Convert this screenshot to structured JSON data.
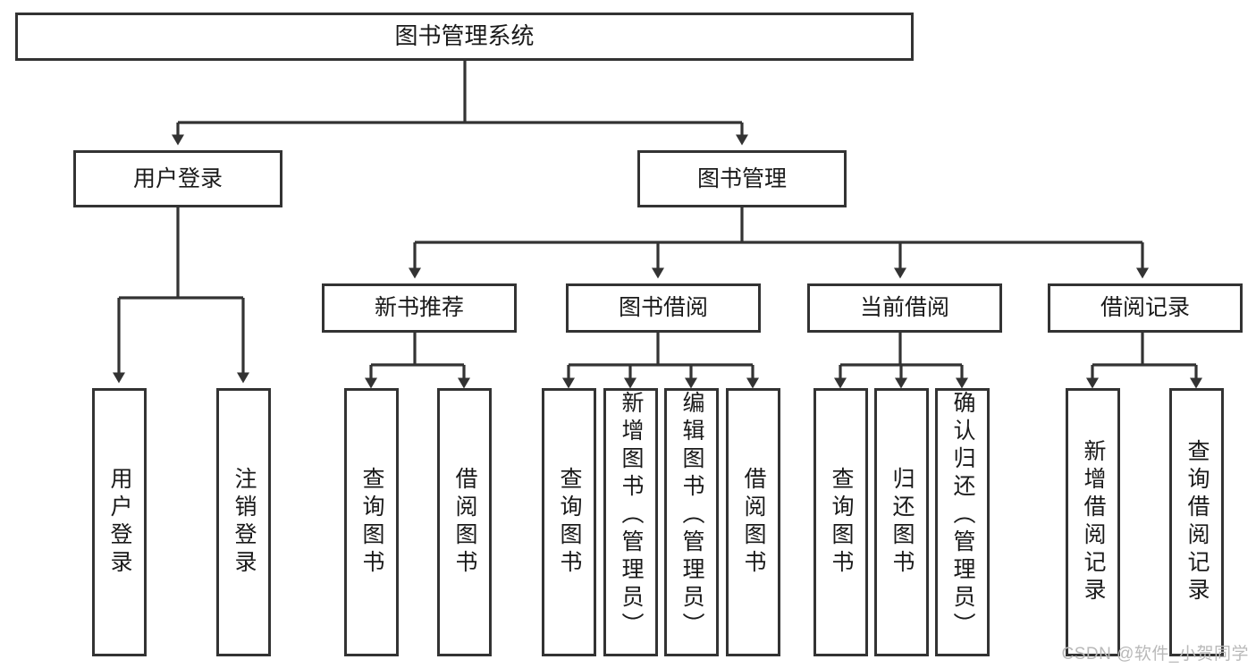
{
  "diagram": {
    "title": "图书管理系统",
    "type": "tree-hierarchy-chart",
    "watermark": "CSDN @软件_小贺同学",
    "colors": {
      "stroke": "#333333",
      "fill": "#ffffff",
      "text": "#1a1a1a",
      "watermark": "#b9b9b9"
    },
    "nodes": {
      "root": {
        "label": "图书管理系统"
      },
      "level2": [
        {
          "id": "user-login",
          "label": "用户登录"
        },
        {
          "id": "book-manage",
          "label": "图书管理"
        }
      ],
      "level3": [
        {
          "id": "new-book-recommend",
          "label": "新书推荐"
        },
        {
          "id": "book-borrow",
          "label": "图书借阅"
        },
        {
          "id": "current-borrow",
          "label": "当前借阅"
        },
        {
          "id": "borrow-record",
          "label": "借阅记录"
        }
      ],
      "leaves": {
        "user_login": [
          {
            "id": "leaf-user-login",
            "label": "用户登录"
          },
          {
            "id": "leaf-logout-login",
            "label": "注销登录"
          }
        ],
        "new_book_recommend": [
          {
            "id": "leaf-query-book-1",
            "label": "查询图书"
          },
          {
            "id": "leaf-borrow-book-1",
            "label": "借阅图书"
          }
        ],
        "book_borrow": [
          {
            "id": "leaf-query-book-2",
            "label": "查询图书"
          },
          {
            "id": "leaf-add-book",
            "label": "新增图书（管理员）"
          },
          {
            "id": "leaf-edit-book",
            "label": "编辑图书（管理员）"
          },
          {
            "id": "leaf-borrow-book-2",
            "label": "借阅图书"
          }
        ],
        "current_borrow": [
          {
            "id": "leaf-query-book-3",
            "label": "查询图书"
          },
          {
            "id": "leaf-return-book",
            "label": "归还图书"
          },
          {
            "id": "leaf-confirm-return",
            "label": "确认归还（管理员）"
          }
        ],
        "borrow_record": [
          {
            "id": "leaf-add-record",
            "label": "新增借阅记录"
          },
          {
            "id": "leaf-query-record",
            "label": "查询借阅记录"
          }
        ]
      }
    }
  },
  "chart_data": {
    "type": "table",
    "title": "图书管理系统",
    "structure": [
      {
        "level": 1,
        "name": "图书管理系统",
        "children": [
          {
            "level": 2,
            "name": "用户登录",
            "children": [
              {
                "level": 3,
                "name": "用户登录"
              },
              {
                "level": 3,
                "name": "注销登录"
              }
            ]
          },
          {
            "level": 2,
            "name": "图书管理",
            "children": [
              {
                "level": 3,
                "name": "新书推荐",
                "children": [
                  {
                    "level": 4,
                    "name": "查询图书"
                  },
                  {
                    "level": 4,
                    "name": "借阅图书"
                  }
                ]
              },
              {
                "level": 3,
                "name": "图书借阅",
                "children": [
                  {
                    "level": 4,
                    "name": "查询图书"
                  },
                  {
                    "level": 4,
                    "name": "新增图书（管理员）"
                  },
                  {
                    "level": 4,
                    "name": "编辑图书（管理员）"
                  },
                  {
                    "level": 4,
                    "name": "借阅图书"
                  }
                ]
              },
              {
                "level": 3,
                "name": "当前借阅",
                "children": [
                  {
                    "level": 4,
                    "name": "查询图书"
                  },
                  {
                    "level": 4,
                    "name": "归还图书"
                  },
                  {
                    "level": 4,
                    "name": "确认归还（管理员）"
                  }
                ]
              },
              {
                "level": 3,
                "name": "借阅记录",
                "children": [
                  {
                    "level": 4,
                    "name": "新增借阅记录"
                  },
                  {
                    "level": 4,
                    "name": "查询借阅记录"
                  }
                ]
              }
            ]
          }
        ]
      }
    ]
  }
}
